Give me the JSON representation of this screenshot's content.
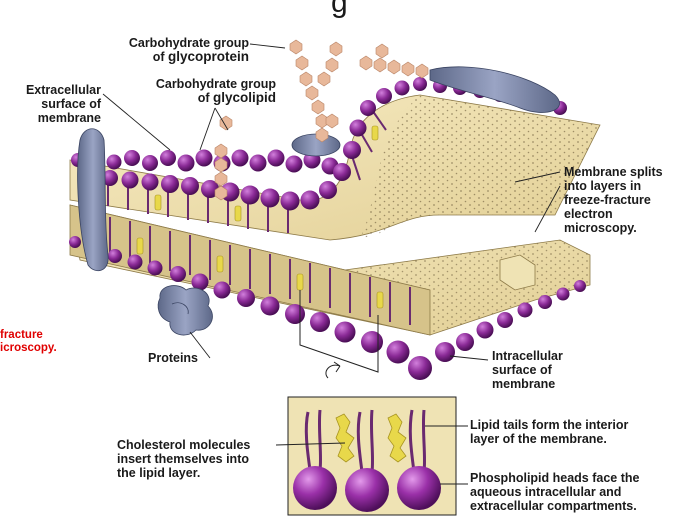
{
  "labels": {
    "title_fragment": "g",
    "glycoprotein": {
      "line1": "Carbohydrate group",
      "prefix": "of ",
      "name": "glycoprotein"
    },
    "glycolipid": {
      "line1": "Carbohydrate group",
      "prefix": "of ",
      "name": "glycolipid"
    },
    "extracellular": [
      "Extracellular",
      "surface of",
      "membrane"
    ],
    "membrane_splits": [
      "Membrane splits",
      "into layers in",
      "freeze-fracture",
      "electron",
      "microscopy."
    ],
    "freeze_fracture_cut": [
      "fracture",
      "icroscopy."
    ],
    "proteins": "Proteins",
    "intracellular": [
      "Intracellular",
      "surface of",
      "membrane"
    ],
    "lipid_tails": [
      "Lipid tails form the interior",
      "layer of the membrane."
    ],
    "cholesterol": [
      "Cholesterol molecules",
      "insert themselves into",
      "the lipid layer."
    ],
    "phospholipid_heads": [
      "Phospholipid heads face the",
      "aqueous intracellular and",
      "extracellular compartments."
    ]
  },
  "colors": {
    "phospholipid_head": "#8a2a96",
    "membrane_interior": "#efe3b4",
    "protein": "#7b86a8",
    "carbohydrate": "#e8b89a",
    "cholesterol": "#e8d84a",
    "annotation_red": "#e00000"
  }
}
